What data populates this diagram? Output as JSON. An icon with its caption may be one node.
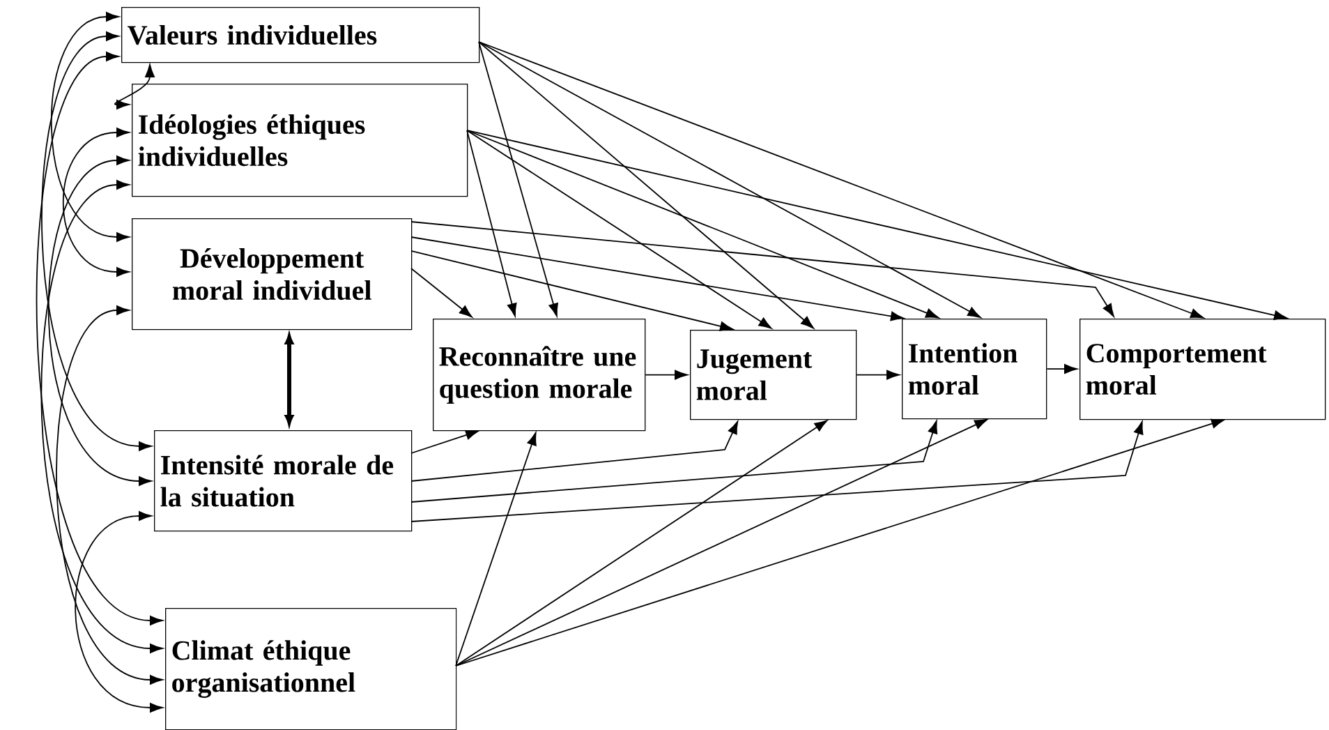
{
  "diagram": {
    "nodes": [
      {
        "text": [
          "Valeurs individuelles"
        ]
      },
      {
        "text": [
          "Idéologies éthiques individuelles"
        ]
      },
      {
        "text": [
          "Développement moral individuel"
        ]
      },
      {
        "text": [
          "Intensité morale de la situation"
        ]
      },
      {
        "text": [
          "Climat éthique organisationnel"
        ]
      },
      {
        "text": [
          "Reconnaître une question morale"
        ]
      },
      {
        "text": [
          "Jugement moral"
        ]
      },
      {
        "text": [
          "Intention moral"
        ]
      },
      {
        "text": [
          "Comportement moral"
        ]
      }
    ],
    "edges": [
      {
        "from": 5,
        "to": 6,
        "arrow": "to"
      },
      {
        "from": 6,
        "to": 7,
        "arrow": "to"
      },
      {
        "from": 7,
        "to": 8,
        "arrow": "to"
      },
      {
        "from": 2,
        "to": 3,
        "arrow": "both",
        "style": "thick"
      },
      {
        "from": 0,
        "to": 5,
        "arrow": "to"
      },
      {
        "from": 0,
        "to": 6,
        "arrow": "to"
      },
      {
        "from": 0,
        "to": 7,
        "arrow": "to"
      },
      {
        "from": 0,
        "to": 8,
        "arrow": "to"
      },
      {
        "from": 1,
        "to": 5,
        "arrow": "to"
      },
      {
        "from": 1,
        "to": 6,
        "arrow": "to"
      },
      {
        "from": 1,
        "to": 7,
        "arrow": "to"
      },
      {
        "from": 1,
        "to": 8,
        "arrow": "to"
      },
      {
        "from": 2,
        "to": 5,
        "arrow": "to"
      },
      {
        "from": 2,
        "to": 6,
        "arrow": "to"
      },
      {
        "from": 2,
        "to": 7,
        "arrow": "to"
      },
      {
        "from": 2,
        "to": 8,
        "arrow": "to"
      },
      {
        "from": 3,
        "to": 5,
        "arrow": "to"
      },
      {
        "from": 3,
        "to": 6,
        "arrow": "to"
      },
      {
        "from": 3,
        "to": 7,
        "arrow": "to"
      },
      {
        "from": 3,
        "to": 8,
        "arrow": "to"
      },
      {
        "from": 4,
        "to": 5,
        "arrow": "to"
      },
      {
        "from": 4,
        "to": 6,
        "arrow": "to"
      },
      {
        "from": 4,
        "to": 7,
        "arrow": "to"
      },
      {
        "from": 4,
        "to": 8,
        "arrow": "to"
      },
      {
        "from": 0,
        "to": 1,
        "arrow": "both"
      },
      {
        "from": 0,
        "to": 2,
        "arrow": "both"
      },
      {
        "from": 0,
        "to": 3,
        "arrow": "both"
      },
      {
        "from": 0,
        "to": 4,
        "arrow": "both"
      },
      {
        "from": 1,
        "to": 2,
        "arrow": "both"
      },
      {
        "from": 1,
        "to": 3,
        "arrow": "both"
      },
      {
        "from": 1,
        "to": 4,
        "arrow": "both"
      },
      {
        "from": 2,
        "to": 4,
        "arrow": "both"
      },
      {
        "from": 3,
        "to": 4,
        "arrow": "both"
      }
    ]
  }
}
